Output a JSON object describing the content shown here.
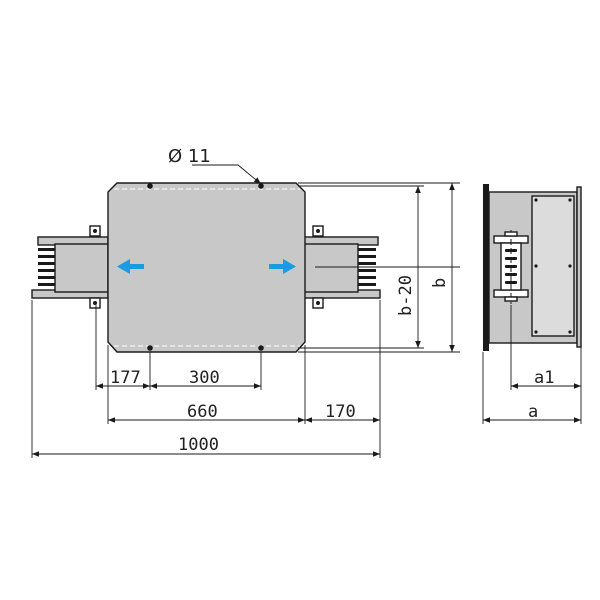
{
  "colors": {
    "body_fill": "#c8c8c8",
    "face_fill": "#dcdcdc",
    "line": "#1a1a1a",
    "arrow": "#1b9be0"
  },
  "labels": {
    "hole_diameter": "Ø 11",
    "dim_177": "177",
    "dim_300": "300",
    "dim_660": "660",
    "dim_170": "170",
    "dim_1000": "1000",
    "dim_b_minus_20": "b-20",
    "dim_b": "b",
    "dim_a1": "a1",
    "dim_a": "a"
  },
  "icons": {
    "airflow_left": "arrow-left-icon",
    "airflow_right": "arrow-right-icon"
  }
}
